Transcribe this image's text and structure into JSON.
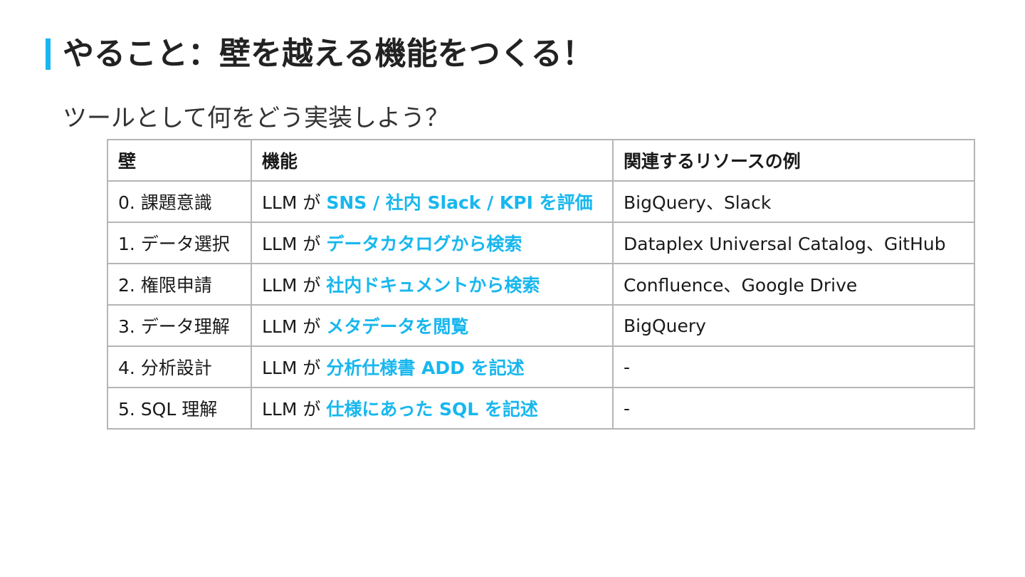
{
  "slide": {
    "title": "やること：壁を越える機能をつくる！",
    "subtitle": "ツールとして何をどう実装しよう？"
  },
  "colors": {
    "accent": "#18b7ee",
    "text": "#222222",
    "border": "#b5b5b5"
  },
  "table": {
    "headers": [
      "壁",
      "機能",
      "関連するリソースの例"
    ],
    "rows": [
      {
        "wall": "0. 課題意識",
        "prefix": "LLM が ",
        "highlight": "SNS / 社内 Slack / KPI を評価",
        "resource": "BigQuery、Slack"
      },
      {
        "wall": "1. データ選択",
        "prefix": "LLM が ",
        "highlight": "データカタログから検索",
        "resource": "Dataplex Universal Catalog、GitHub"
      },
      {
        "wall": "2. 権限申請",
        "prefix": "LLM が ",
        "highlight": "社内ドキュメントから検索",
        "resource": "Confluence、Google Drive"
      },
      {
        "wall": "3. データ理解",
        "prefix": "LLM が ",
        "highlight": "メタデータを閲覧",
        "resource": "BigQuery"
      },
      {
        "wall": "4. 分析設計",
        "prefix": "LLM が ",
        "highlight": "分析仕様書 ADD を記述",
        "resource": "-"
      },
      {
        "wall": "5. SQL 理解",
        "prefix": "LLM が ",
        "highlight": "仕様にあった SQL を記述",
        "resource": "-"
      }
    ]
  }
}
